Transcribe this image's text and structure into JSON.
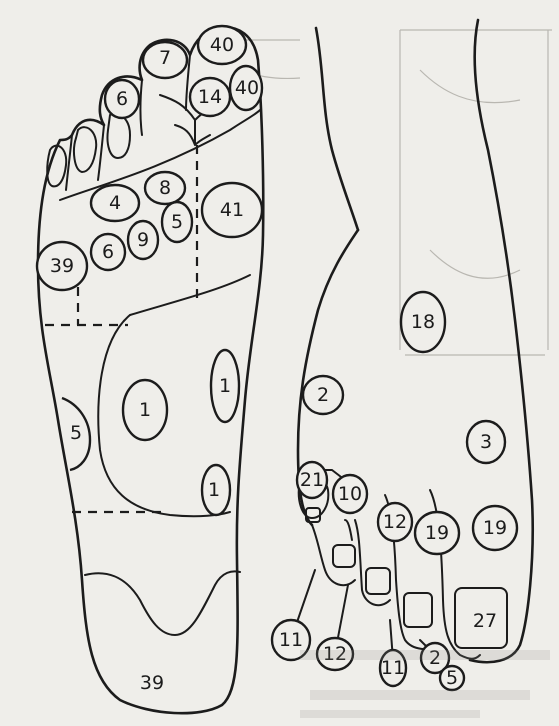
{
  "diagram": {
    "colors": {
      "ink": "#1c1c1c",
      "paper": "#efeeea",
      "bleed": "#8d8a84"
    },
    "sole": {
      "zones": [
        {
          "id": "sole-40",
          "label": "40"
        },
        {
          "id": "sole-7",
          "label": "7"
        },
        {
          "id": "sole-14",
          "label": "14"
        },
        {
          "id": "sole-40b",
          "label": "40"
        },
        {
          "id": "sole-6-toe",
          "label": "6"
        },
        {
          "id": "sole-4",
          "label": "4"
        },
        {
          "id": "sole-8",
          "label": "8"
        },
        {
          "id": "sole-5",
          "label": "5"
        },
        {
          "id": "sole-41",
          "label": "41"
        },
        {
          "id": "sole-9",
          "label": "9"
        },
        {
          "id": "sole-6",
          "label": "6"
        },
        {
          "id": "sole-39",
          "label": "39"
        },
        {
          "id": "sole-1-center",
          "label": "1"
        },
        {
          "id": "sole-1-right",
          "label": "1"
        },
        {
          "id": "sole-5-left",
          "label": "5"
        },
        {
          "id": "sole-1-lower",
          "label": "1"
        }
      ],
      "heel_label": "39"
    },
    "top_view": {
      "zones": [
        {
          "id": "top-18",
          "label": "18"
        },
        {
          "id": "top-2",
          "label": "2"
        },
        {
          "id": "top-3",
          "label": "3"
        },
        {
          "id": "top-21",
          "label": "21"
        },
        {
          "id": "top-10",
          "label": "10"
        },
        {
          "id": "top-12",
          "label": "12"
        },
        {
          "id": "top-19a",
          "label": "19"
        },
        {
          "id": "top-19b",
          "label": "19"
        },
        {
          "id": "top-27",
          "label": "27"
        }
      ],
      "pointer_labels": [
        {
          "id": "ptr-11a",
          "label": "11"
        },
        {
          "id": "ptr-12",
          "label": "12"
        },
        {
          "id": "ptr-11b",
          "label": "11"
        },
        {
          "id": "ptr-2",
          "label": "2"
        },
        {
          "id": "ptr-5",
          "label": "5"
        }
      ]
    }
  }
}
